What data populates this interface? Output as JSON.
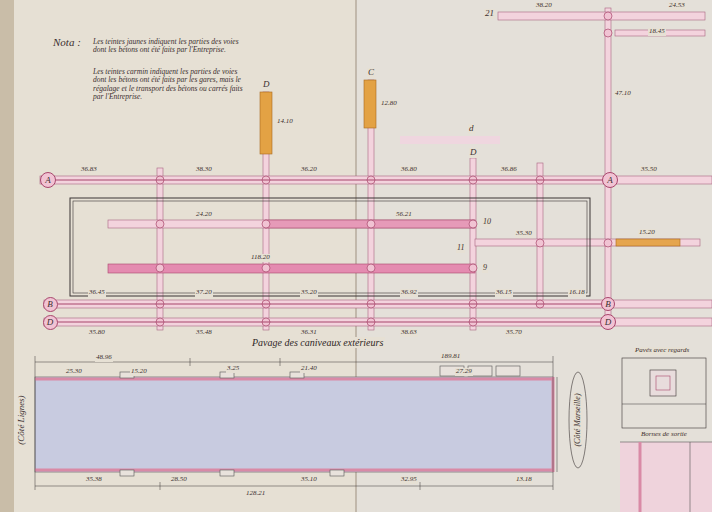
{
  "diagram": {
    "title": "Pavage des caniveaux extérieurs",
    "nodes": [
      {
        "text": [
          "A"
        ]
      },
      {
        "text": [
          "B"
        ]
      },
      {
        "text": [
          "D"
        ]
      },
      {
        "text": [
          "A"
        ]
      },
      {
        "text": [
          "B"
        ]
      },
      {
        "text": [
          "D"
        ]
      }
    ],
    "edges": [
      {
        "from": 0,
        "to": 3,
        "arrow": "none"
      },
      {
        "from": 1,
        "to": 4,
        "arrow": "none"
      },
      {
        "from": 2,
        "to": 5,
        "arrow": "none"
      }
    ],
    "labels": [
      "Nota :",
      "Les teintes jaunes indiquent les parties des voies dont les bétons ont été faits par l'Entreprise.",
      "Les teintes carmin indiquent les parties de voies dont les bétons ont été faits par les gares, mais le régalage et le transport des bétons ou carrés faits par l'Entreprise.",
      "36.83",
      "38.30",
      "36.20",
      "36.80",
      "36.86",
      "35.50",
      "21",
      "38.20",
      "24.53",
      "18.45",
      "24.20",
      "56.21",
      "10",
      "118.20",
      "9",
      "11",
      "35.30",
      "15.20",
      "36.45",
      "37.20",
      "35.20",
      "36.92",
      "36.15",
      "16.18",
      "35.80",
      "35.48",
      "36.31",
      "38.63",
      "35.70",
      "14.10",
      "12.80",
      "47.10",
      "D",
      "C",
      "D",
      "d",
      "48.96",
      "189.81",
      "25.30",
      "15.20",
      "3.25",
      "21.40",
      "27.29",
      "35.38",
      "28.50",
      "35.10",
      "32.95",
      "13.18",
      "128.21",
      "(Côté Lignes)",
      "(Côté Marseille)",
      "Pavés avec regards",
      "Bornes de sortie"
    ]
  }
}
